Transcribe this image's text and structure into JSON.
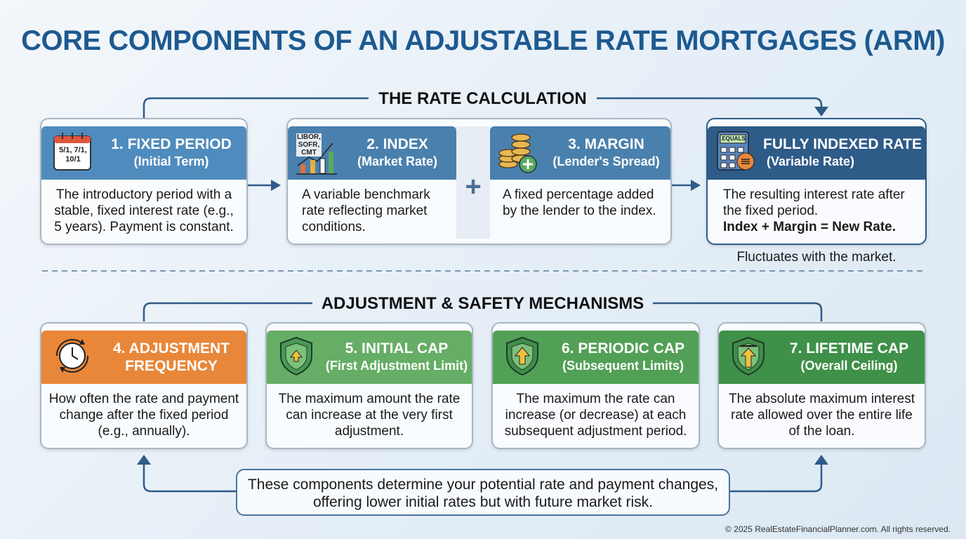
{
  "title": "CORE COMPONENTS OF AN ADJUSTABLE RATE MORTGAGES (ARM)",
  "sections": {
    "rate": "THE RATE CALCULATION",
    "adjust": "ADJUSTMENT & SAFETY MECHANISMS"
  },
  "top_cards": [
    {
      "title": "1. FIXED PERIOD",
      "subtitle": "(Initial Term)",
      "icon_text": "5/1, 7/1, 10/1",
      "body": "The introductory period with a stable, fixed interest rate (e.g., 5 years). Payment is constant.",
      "icon": "calendar-icon"
    },
    {
      "title": "2. INDEX",
      "subtitle": "(Market Rate)",
      "icon_text": "LIBOR, SOFR, CMT",
      "body": "A variable benchmark rate reflecting market conditions.",
      "icon": "chart-icon"
    },
    {
      "title": "3. MARGIN",
      "subtitle": "(Lender's Spread)",
      "body": "A fixed percentage added by the lender to the index.",
      "icon": "coins-plus-icon"
    },
    {
      "title": "FULLY INDEXED RATE",
      "subtitle": "(Variable Rate)",
      "icon_text": "EQUALS",
      "body": "The resulting interest rate after the fixed period.",
      "body_bold": "Index + Margin = New Rate.",
      "icon": "calculator-icon"
    }
  ],
  "plus_sign": "+",
  "fluctuates": "Fluctuates with the market.",
  "bottom_cards": [
    {
      "title": "4. ADJUSTMENT FREQUENCY",
      "subtitle": "",
      "body": "How often the rate and payment change after the fixed period (e.g., annually).",
      "icon": "clock-cycle-icon"
    },
    {
      "title": "5. INITIAL CAP",
      "subtitle": "(First Adjustment Limit)",
      "body": "The maximum amount the rate can increase at the very first adjustment.",
      "icon": "shield-arrow-icon"
    },
    {
      "title": "6. PERIODIC CAP",
      "subtitle": "(Subsequent Limits)",
      "body": "The maximum the rate can increase (or decrease) at each subsequent adjustment period.",
      "icon": "shield-arrow-icon"
    },
    {
      "title": "7. LIFETIME CAP",
      "subtitle": "(Overall Ceiling)",
      "body": "The absolute maximum interest rate allowed over the entire life of the loan.",
      "icon": "shield-ceiling-icon"
    }
  ],
  "note": "These components determine your potential rate and payment changes, offering lower initial rates but with future market risk.",
  "copyright": "© 2025 RealEstateFinancialPlanner.com. All rights reserved.",
  "colors": {
    "title": "#1d5a90",
    "blue": "#4f8cbd",
    "dark_blue": "#2e5b88",
    "orange": "#e8873a",
    "green1": "#66ad66",
    "green2": "#52a055",
    "green3": "#3f9048"
  }
}
